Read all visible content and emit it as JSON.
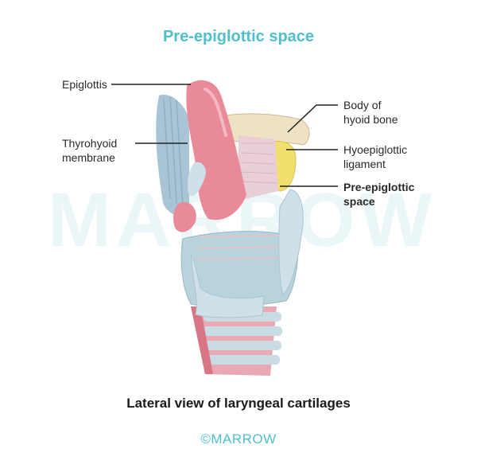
{
  "title": "Pre-epiglottic space",
  "watermark": "MARROW",
  "labels": {
    "epiglottis": "Epiglottis",
    "thyrohyoid_line1": "Thyrohyoid",
    "thyrohyoid_line2": "membrane",
    "hyoid_line1": "Body of",
    "hyoid_line2": "hyoid bone",
    "hyoepiglottic_line1": "Hyoepiglottic",
    "hyoepiglottic_line2": "ligament",
    "preepiglottic_line1": "Pre-epiglottic",
    "preepiglottic_line2": "space"
  },
  "caption": "Lateral view of laryngeal cartilages",
  "brand": "©MARROW",
  "colors": {
    "accent": "#4fbfcc",
    "epiglottis": "#e98a99",
    "cartilage": "#b9d3dd",
    "hyoid": "#efe2c4",
    "fat": "#f1df6e"
  }
}
